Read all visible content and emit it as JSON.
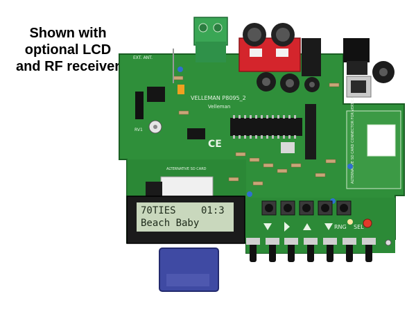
{
  "caption": {
    "lines": [
      "Shown with",
      "optional LCD",
      "and RF receiver"
    ]
  },
  "lcd": {
    "line1_left": "70TIES",
    "line1_right": "01:3",
    "line2": "Beach Baby"
  },
  "board": {
    "title": "VELLEMAN P8095_2",
    "brand": "Velleman",
    "ce_mark": "CE",
    "ext_ant": "EXT. ANT.",
    "alt_sd": "ALTERNATIVE SD CARD",
    "alt_sd_vertical": "ALTERNATIVE SD CARD CONNECTOR FOR VERTICAL MOUNT",
    "rng": "RNG",
    "sel": "SEL",
    "rv1": "RV1"
  },
  "colors": {
    "pcb": "#2f8f3a",
    "pcb_dark": "#1f6e2a",
    "lcd_bg": "#c9d8bd",
    "sd_card": "#3f4aa3",
    "connector_red": "#d4252c"
  }
}
